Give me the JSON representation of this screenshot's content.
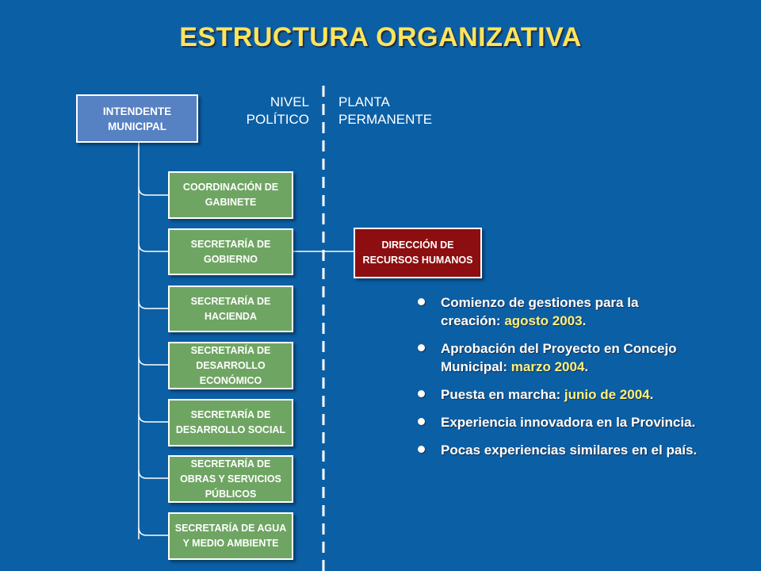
{
  "title": "ESTRUCTURA ORGANIZATIVA",
  "labels": {
    "left_line1": "NIVEL",
    "left_line2": "POLÍTICO",
    "right_line1": "PLANTA",
    "right_line2": "PERMANENTE"
  },
  "top_box": "INTENDENTE MUNICIPAL",
  "secretarias": [
    "COORDINACIÓN DE GABINETE",
    "SECRETARÍA DE GOBIERNO",
    "SECRETARÍA DE HACIENDA",
    "SECRETARÍA DE DESARROLLO ECONÓMICO",
    "SECRETARÍA DE DESARROLLO SOCIAL",
    "SECRETARÍA DE OBRAS Y SERVICIOS PÚBLICOS",
    "SECRETARÍA DE AGUA Y MEDIO AMBIENTE"
  ],
  "direccion_box": "DIRECCIÓN DE RECURSOS HUMANOS",
  "bullets": [
    {
      "text": "Comienzo de gestiones para la creación: ",
      "highlight": "agosto 2003",
      "tail": "."
    },
    {
      "text": "Aprobación del Proyecto en Concejo Municipal: ",
      "highlight": "marzo 2004",
      "tail": "."
    },
    {
      "text": "Puesta en marcha: ",
      "highlight": "junio de 2004",
      "tail": "."
    },
    {
      "text": "Experiencia innovadora en la Provincia.",
      "highlight": "",
      "tail": ""
    },
    {
      "text": "Pocas experiencias similares en el país.",
      "highlight": "",
      "tail": ""
    }
  ],
  "colors": {
    "background": "#0b5fa5",
    "title": "#ffe45c",
    "top_box": "#5681c2",
    "secretaria_box": "#6fa563",
    "direccion_box": "#8d0e10",
    "highlight": "#fff27a"
  }
}
